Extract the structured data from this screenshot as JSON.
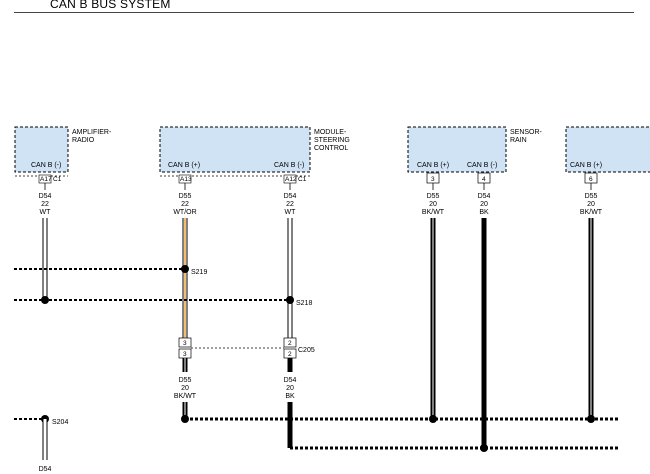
{
  "title": "CAN B BUS SYSTEM",
  "modules": {
    "amplifier": {
      "name_line1": "AMPLIFIER-",
      "name_line2": "RADIO",
      "pin_label": "CAN B (-)",
      "cavity": "A17",
      "connector": "C1"
    },
    "steering": {
      "name_line1": "MODULE-",
      "name_line2": "STEERING",
      "name_line3": "CONTROL",
      "pin_plus_label": "CAN B (+)",
      "pin_minus_label": "CAN B (-)",
      "plus_cavity": "A13",
      "minus_cavity": "A12",
      "connector": "C1"
    },
    "sensor": {
      "name_line1": "SENSOR-",
      "name_line2": "RAIN",
      "pin_plus_label": "CAN B (+)",
      "pin_minus_label": "CAN B (-)",
      "plus_cavity": "3",
      "minus_cavity": "4"
    },
    "partial": {
      "pin_label": "CAN B (+)",
      "cavity": "6"
    }
  },
  "wires": {
    "amp_minus": {
      "circuit": "D54",
      "gauge": "22",
      "color": "WT"
    },
    "steer_plus": {
      "circuit": "D55",
      "gauge": "22",
      "color": "WT/OR"
    },
    "steer_minus": {
      "circuit": "D54",
      "gauge": "22",
      "color": "WT"
    },
    "sensor_plus": {
      "circuit": "D55",
      "gauge": "20",
      "color": "BK/WT"
    },
    "sensor_minus": {
      "circuit": "D54",
      "gauge": "20",
      "color": "BK"
    },
    "partial_plus": {
      "circuit": "D55",
      "gauge": "20",
      "color": "BK/WT"
    },
    "lower_plus": {
      "circuit": "D55",
      "gauge": "20",
      "color": "BK/WT"
    },
    "lower_minus": {
      "circuit": "D54",
      "gauge": "20",
      "color": "BK"
    },
    "s204_down": {
      "circuit": "D54"
    }
  },
  "splices": {
    "s219": "S219",
    "s218": "S218",
    "s204": "S204"
  },
  "connector_c205": {
    "name": "C205",
    "plus_cavity": "3",
    "minus_cavity": "2"
  },
  "colors": {
    "module_fill": "#cfe3f5",
    "orange_wire": "#f0a030",
    "white_wire": "#ffffff",
    "black_wire": "#000000"
  }
}
